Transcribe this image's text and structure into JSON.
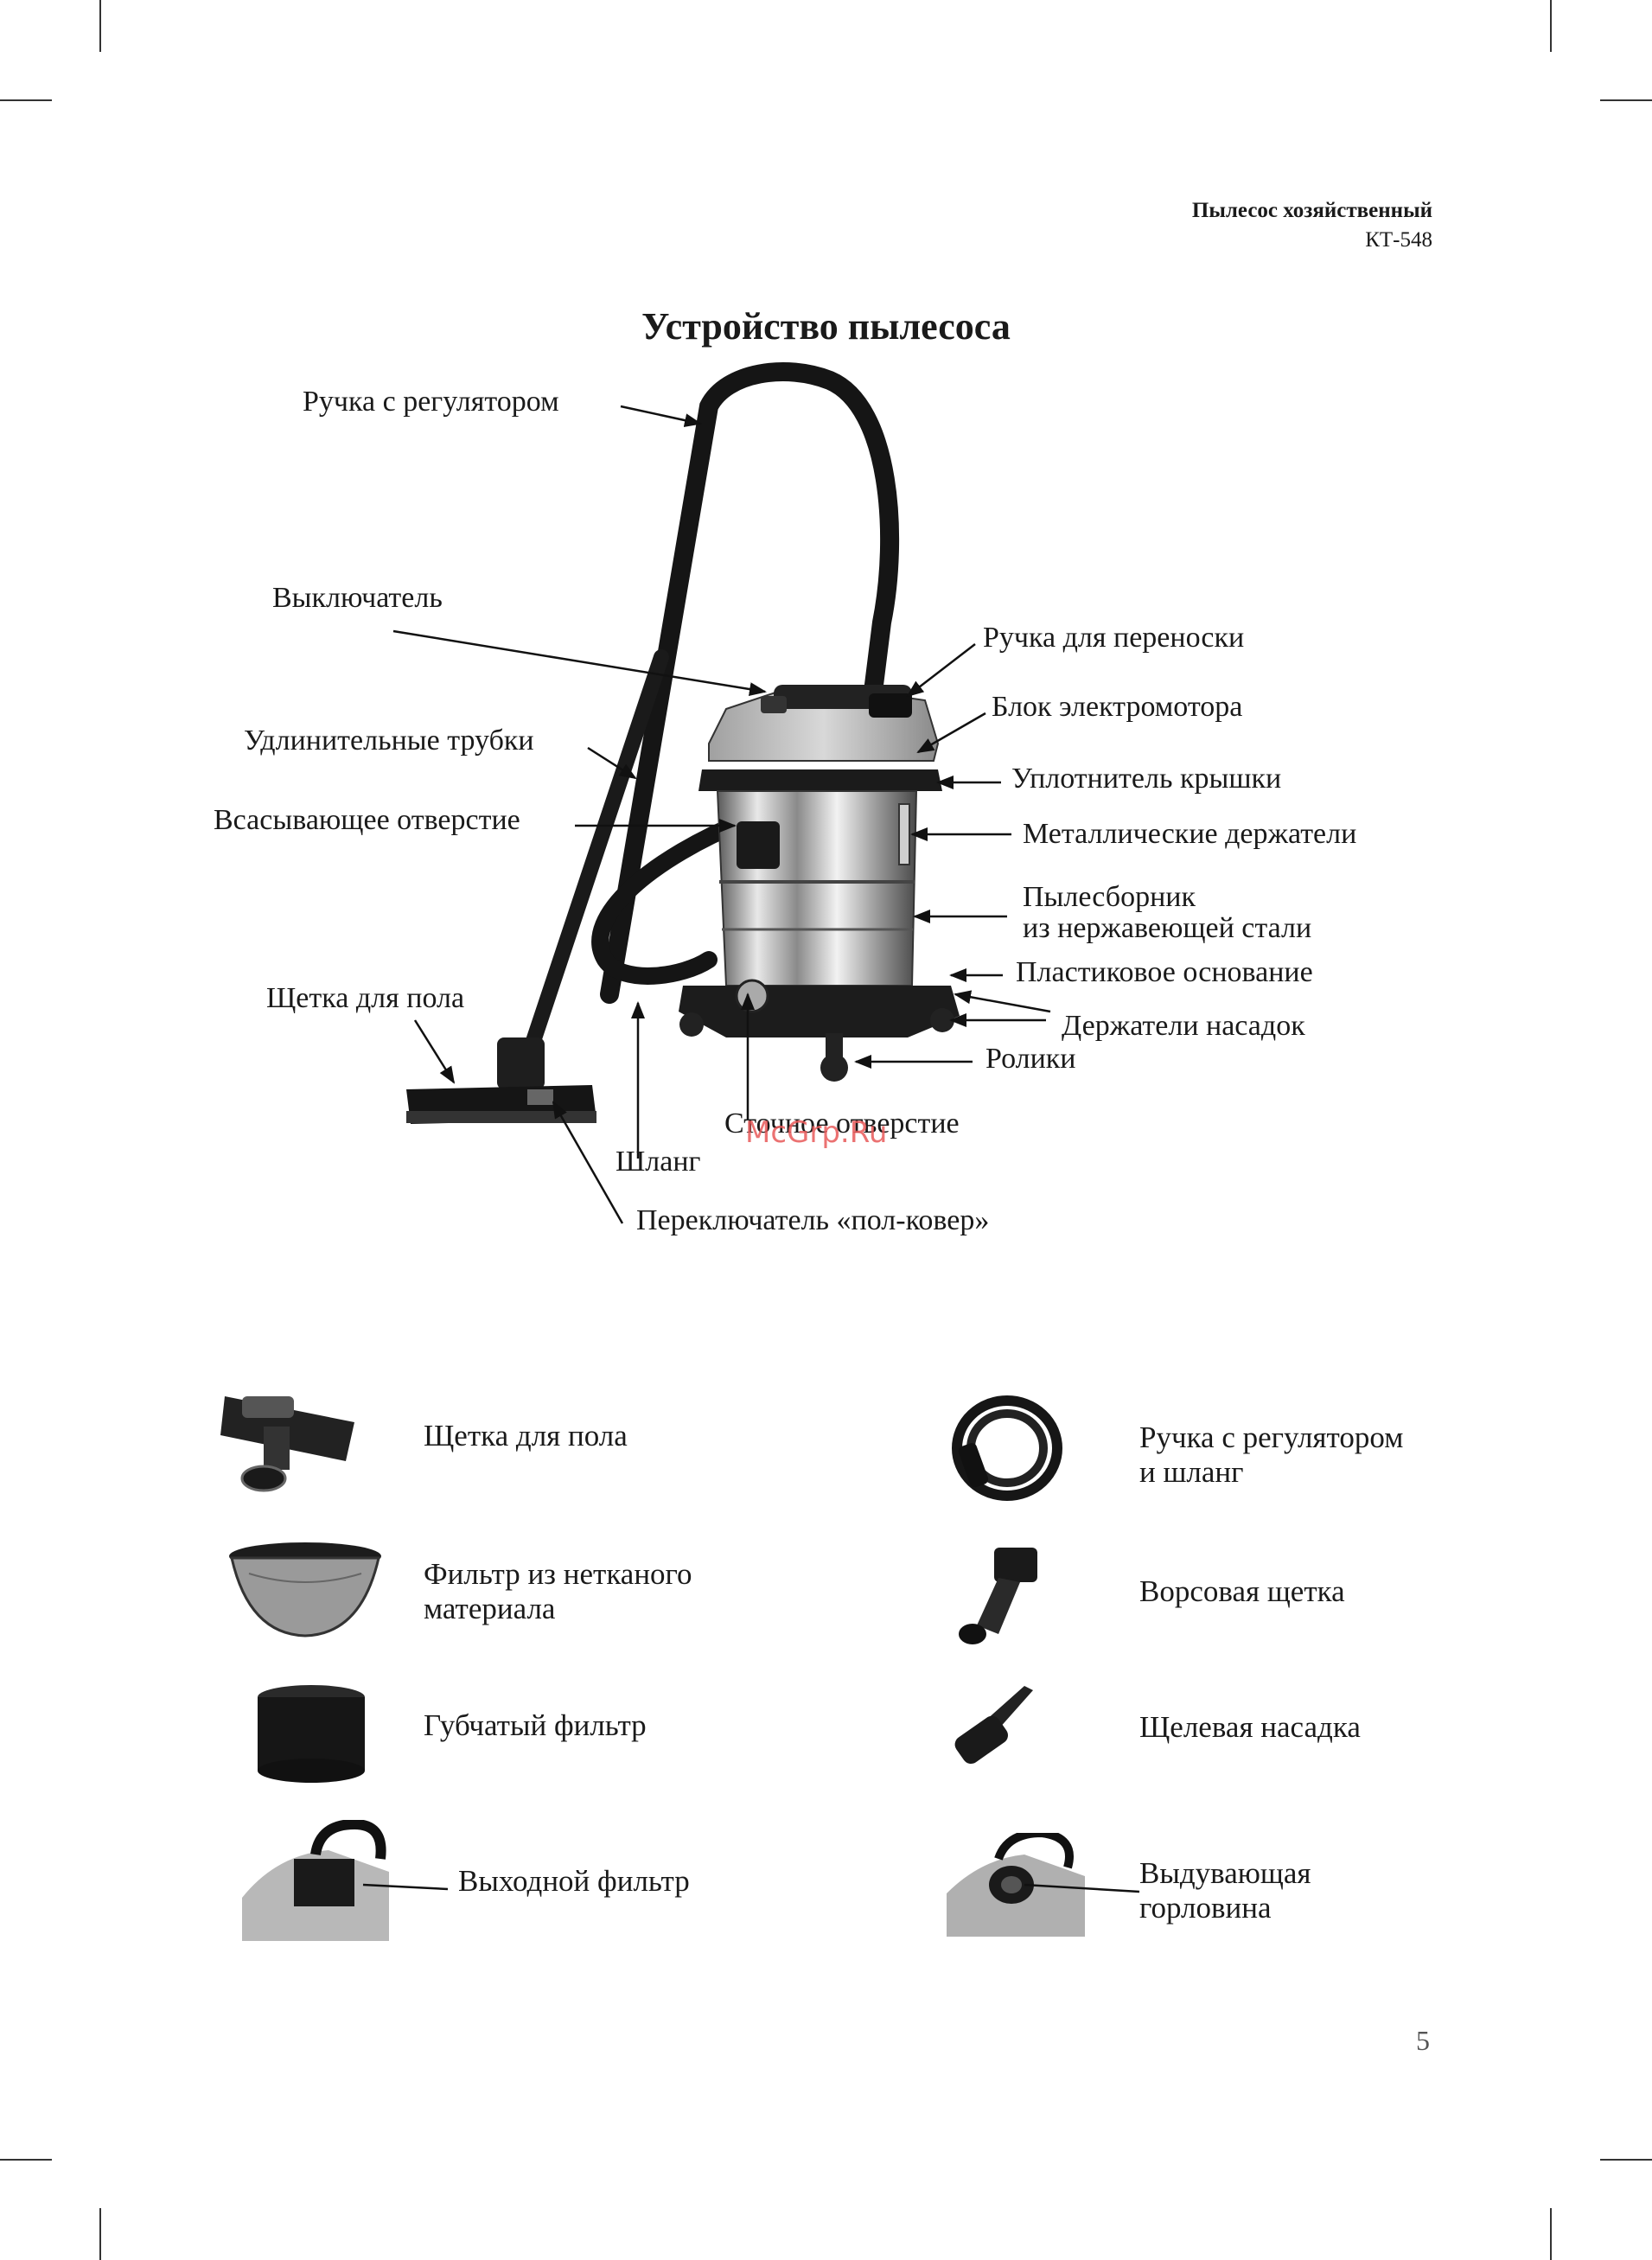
{
  "header": {
    "product": "Пылесос хозяйственный",
    "model": "КТ-548"
  },
  "title": "Устройство пылесоса",
  "labels": {
    "handle_regulator": "Ручка с регулятором",
    "switch": "Выключатель",
    "extension_tubes": "Удлинительные трубки",
    "suction_inlet": "Всасывающее отверстие",
    "floor_brush": "Щетка для пола",
    "hose": "Шланг",
    "floor_carpet_switch": "Переключатель «пол-ковер»",
    "drain_hole": "Сточное отверстие",
    "carry_handle": "Ручка для переноски",
    "motor_unit": "Блок электромотора",
    "lid_seal": "Уплотнитель крышки",
    "metal_clamps": "Металлические держатели",
    "dust_container_line1": "Пылесборник",
    "dust_container_line2": "из нержавеющей стали",
    "plastic_base": "Пластиковое основание",
    "nozzle_holders": "Держатели насадок",
    "rollers": "Ролики"
  },
  "accessories": {
    "floor_brush": "Щетка для пола",
    "nonwoven_filter_line1": "Фильтр из нетканого",
    "nonwoven_filter_line2": "материала",
    "sponge_filter": "Губчатый фильтр",
    "outlet_filter": "Выходной фильтр",
    "handle_hose_line1": "Ручка с регулятором",
    "handle_hose_line2": "и шланг",
    "bristle_brush": "Ворсовая щетка",
    "crevice_nozzle": "Щелевая насадка",
    "blowing_outlet_line1": "Выдувающая",
    "blowing_outlet_line2": "горловина"
  },
  "watermark": "McGrp.Ru",
  "page_number": "5"
}
